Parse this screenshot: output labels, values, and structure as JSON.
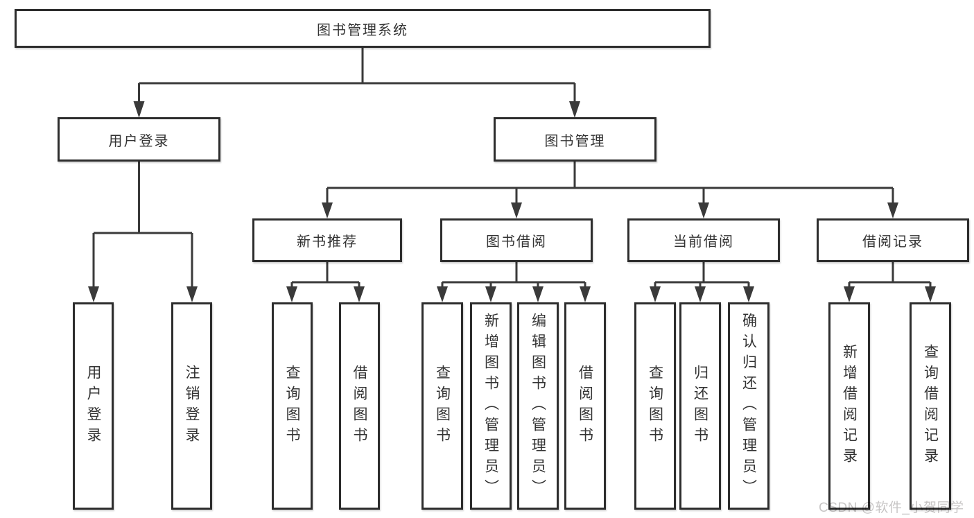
{
  "tree": {
    "label": "图书管理系统",
    "children": [
      {
        "label": "用户登录",
        "children": [
          {
            "label": "用户登录"
          },
          {
            "label": "注销登录"
          }
        ]
      },
      {
        "label": "图书管理",
        "children": [
          {
            "label": "新书推荐",
            "children": [
              {
                "label": "查询图书"
              },
              {
                "label": "借阅图书"
              }
            ]
          },
          {
            "label": "图书借阅",
            "children": [
              {
                "label": "查询图书"
              },
              {
                "label": "新增图书（管理员）"
              },
              {
                "label": "编辑图书（管理员）"
              },
              {
                "label": "借阅图书"
              }
            ]
          },
          {
            "label": "当前借阅",
            "children": [
              {
                "label": "查询图书"
              },
              {
                "label": "归还图书"
              },
              {
                "label": "确认归还（管理员）"
              }
            ]
          },
          {
            "label": "借阅记录",
            "children": [
              {
                "label": "新增借阅记录"
              },
              {
                "label": "查询借阅记录"
              }
            ]
          }
        ]
      }
    ]
  },
  "watermark": {
    "text": "CSDN @软件_小贺同学"
  },
  "colors": {
    "line": "#3a3a3a",
    "border": "#2d2d2d",
    "text": "#333333",
    "watermark": "#c7c5c5",
    "background": "#ffffff"
  }
}
